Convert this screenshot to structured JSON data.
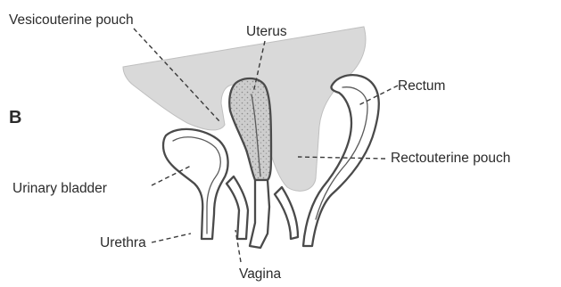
{
  "figure": {
    "panel_letter": "B",
    "colors": {
      "peritoneal_shading": "#d9d9d9",
      "uterus_fill": "#cfcfcf",
      "outline": "#4a4a4a",
      "text": "#2b2b2b"
    },
    "labels": {
      "vesicouterine_pouch": "Vesicouterine pouch",
      "uterus": "Uterus",
      "rectum": "Rectum",
      "rectouterine_pouch": "Rectouterine pouch",
      "urinary_bladder": "Urinary bladder",
      "urethra": "Urethra",
      "vagina": "Vagina"
    }
  }
}
